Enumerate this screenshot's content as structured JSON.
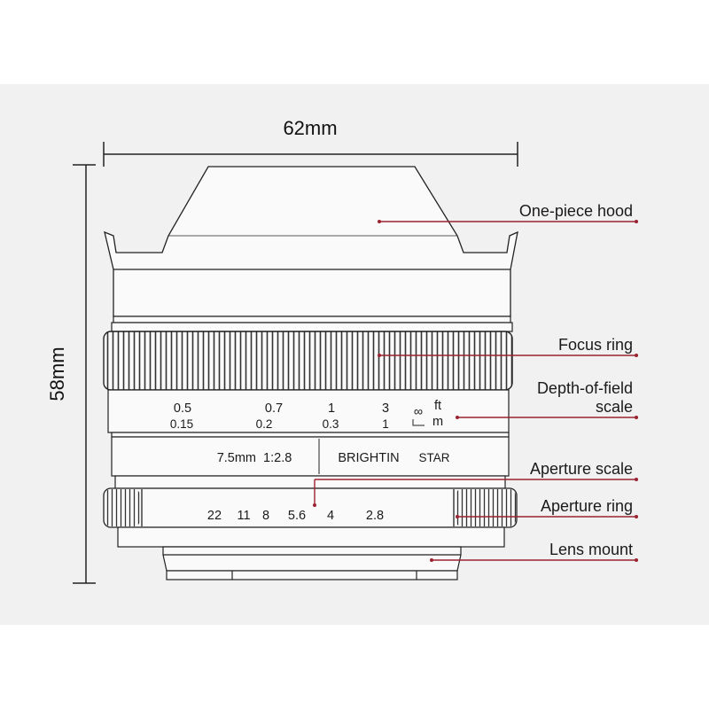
{
  "dimensions": {
    "width": "62mm",
    "height": "58mm"
  },
  "callouts": {
    "hood": "One-piece hood",
    "focus_ring": "Focus ring",
    "dof_line1": "Depth-of-field",
    "dof_line2": "scale",
    "aperture_scale": "Aperture scale",
    "aperture_ring": "Aperture ring",
    "lens_mount": "Lens mount"
  },
  "distance_scale": {
    "feet": [
      "0.5",
      "0.7",
      "1",
      "3"
    ],
    "meters": [
      "0.15",
      "0.2",
      "0.3",
      "1"
    ],
    "infinity": "∞",
    "unit_ft": "ft",
    "unit_m": "m"
  },
  "lens_info": {
    "focal_aperture": "7.5mm  1:2.8",
    "brand1": "BRIGHTIN",
    "brand2": "STAR"
  },
  "aperture_values": [
    "22",
    "11",
    "8",
    "5.6",
    "4",
    "2.8"
  ],
  "colors": {
    "callout": "#9b2231",
    "line": "#222222",
    "panel": "#f1f1f1"
  }
}
